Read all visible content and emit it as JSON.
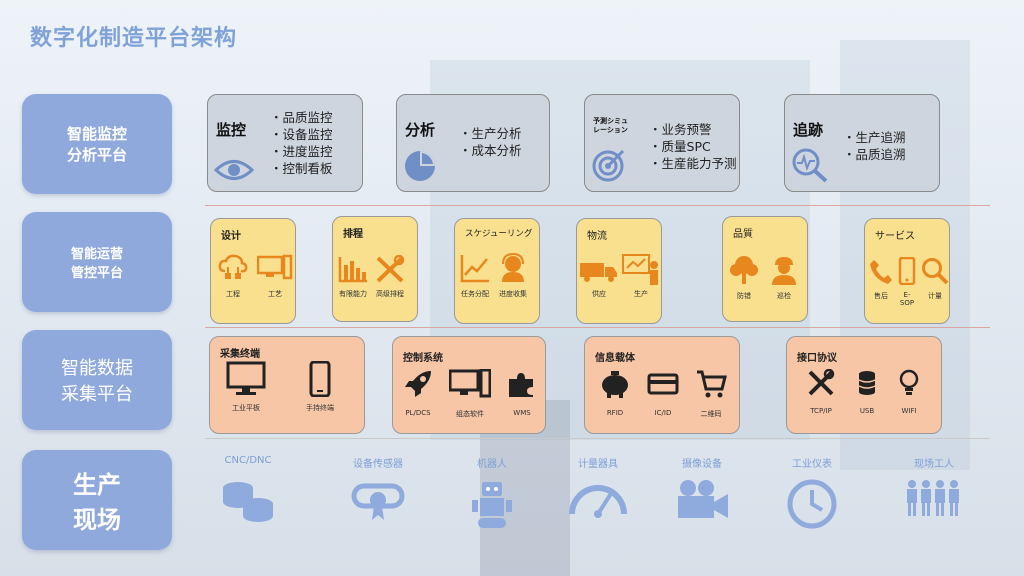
{
  "title": "数字化制造平台架构",
  "rows": {
    "monitor": "智能监控\n分析平台",
    "operate": "智能运营\n管控平台",
    "collect": "智能数据\n采集平台",
    "field": "生产\n现场"
  },
  "monitor_boxes": [
    {
      "title": "监控",
      "items": [
        "品质监控",
        "设备监控",
        "进度监控",
        "控制看板"
      ],
      "icon": "eye-icon"
    },
    {
      "title": "分析",
      "items": [
        "生产分析",
        "成本分析"
      ],
      "icon": "pie-chart-icon"
    },
    {
      "title": "予測シミュ\nレーション",
      "items": [
        "业务预警",
        "质量SPC",
        "生産能力予测"
      ],
      "icon": "target-icon"
    },
    {
      "title": "追跡",
      "items": [
        "生产追溯",
        "品质追溯"
      ],
      "icon": "magnifier-pulse-icon"
    }
  ],
  "operate_boxes": [
    {
      "title": "设计",
      "items": [
        {
          "label": "工程",
          "icon": "cloud-network-icon"
        },
        {
          "label": "工艺",
          "icon": "computer-icon"
        }
      ]
    },
    {
      "title": "排程",
      "items": [
        {
          "label": "有限能力",
          "icon": "bar-chart-icon"
        },
        {
          "label": "高级排程",
          "icon": "tools-icon"
        }
      ]
    },
    {
      "title": "スケジューリング",
      "items": [
        {
          "label": "任务分配",
          "icon": "line-chart-icon"
        },
        {
          "label": "进度收集",
          "icon": "headset-icon"
        }
      ]
    },
    {
      "title": "物流",
      "items": [
        {
          "label": "供应",
          "icon": "truck-icon"
        },
        {
          "label": "生产",
          "icon": "presenter-icon"
        }
      ]
    },
    {
      "title": "品質",
      "items": [
        {
          "label": "防错",
          "icon": "tree-icon"
        },
        {
          "label": "巡检",
          "icon": "worker-icon"
        }
      ]
    },
    {
      "title": "サービス",
      "items": [
        {
          "label": "售后",
          "icon": "phone-icon"
        },
        {
          "label": "E-SOP",
          "icon": "mobile-icon"
        },
        {
          "label": "计量",
          "icon": "search-icon"
        }
      ]
    }
  ],
  "collect_boxes": [
    {
      "title": "采集终端",
      "items": [
        {
          "label": "工业平板",
          "icon": "monitor-icon"
        },
        {
          "label": "手持终端",
          "icon": "handheld-icon"
        }
      ]
    },
    {
      "title": "控制系统",
      "items": [
        {
          "label": "PL/DCS",
          "icon": "rocket-icon"
        },
        {
          "label": "组态软件",
          "icon": "computer-icon"
        },
        {
          "label": "WMS",
          "icon": "puzzle-icon"
        }
      ]
    },
    {
      "title": "信息载体",
      "items": [
        {
          "label": "RFID",
          "icon": "piggy-bank-icon"
        },
        {
          "label": "IC/ID",
          "icon": "card-icon"
        },
        {
          "label": "二维码",
          "icon": "cart-icon"
        }
      ]
    },
    {
      "title": "接口协议",
      "items": [
        {
          "label": "TCP/IP",
          "icon": "tools-icon"
        },
        {
          "label": "USB",
          "icon": "database-icon"
        },
        {
          "label": "WIFI",
          "icon": "bulb-icon"
        }
      ]
    }
  ],
  "field_items": [
    {
      "label": "CNC/DNC",
      "icon": "coins-icon"
    },
    {
      "label": "设备传感器",
      "icon": "diploma-icon"
    },
    {
      "label": "机器人",
      "icon": "robot-icon"
    },
    {
      "label": "计量器具",
      "icon": "gauge-icon"
    },
    {
      "label": "摄像设备",
      "icon": "camera-icon"
    },
    {
      "label": "工业仪表",
      "icon": "clock-icon"
    },
    {
      "label": "现场工人",
      "icon": "people-icon"
    }
  ],
  "colors": {
    "label_bg": "#8fa9dd",
    "monitor_bg": "#cfd5de",
    "operate_bg": "#f8e08e",
    "collect_bg": "#f6c6a6",
    "field_icon": "#7f9fd6",
    "accent_orange": "#e8871e"
  }
}
